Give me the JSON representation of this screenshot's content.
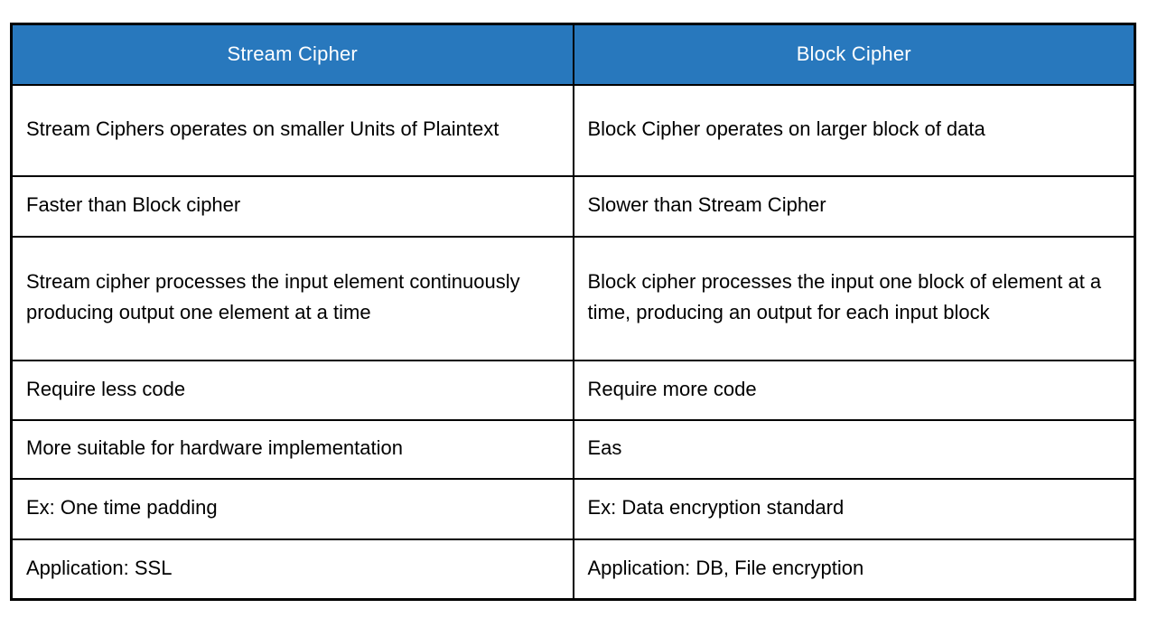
{
  "table": {
    "headers": [
      "Stream Cipher",
      "Block Cipher"
    ],
    "rows": [
      [
        "Stream Ciphers operates on smaller Units of Plaintext",
        "Block Cipher operates on larger block of data"
      ],
      [
        "Faster than Block cipher",
        "Slower than Stream Cipher"
      ],
      [
        "Stream cipher processes the input element continuously producing output one element at a time",
        "Block cipher processes the input one block of element at a time, producing an output for each input block"
      ],
      [
        "Require less code",
        "Require more code"
      ],
      [
        "More suitable for hardware implementation",
        "Eas"
      ],
      [
        "Ex: One time padding",
        "Ex: Data encryption standard"
      ],
      [
        "Application: SSL",
        "Application: DB, File encryption"
      ]
    ],
    "colors": {
      "header_bg": "#2878BD",
      "header_text": "#FFFFFF",
      "border": "#000000",
      "cell_text": "#000000",
      "background": "#FFFFFF"
    }
  }
}
